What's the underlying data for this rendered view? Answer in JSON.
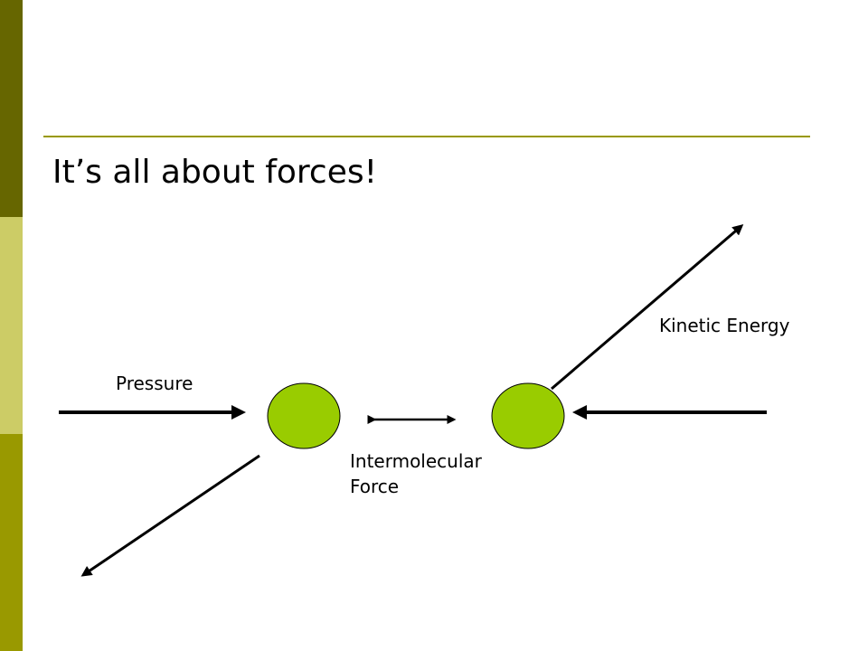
{
  "slide": {
    "title": "It’s all about forces!",
    "colors": {
      "sidebar_top": "#666600",
      "sidebar_mid": "#CCCC66",
      "sidebar_bottom": "#999900",
      "rule": "#999900",
      "molecule_fill": "#99CC00",
      "molecule_stroke": "#000000",
      "arrow": "#000000"
    }
  },
  "diagram": {
    "labels": {
      "pressure": "Pressure",
      "kinetic_energy": "Kinetic Energy",
      "intermolecular_line1": "Intermolecular",
      "intermolecular_line2": "Force"
    }
  }
}
